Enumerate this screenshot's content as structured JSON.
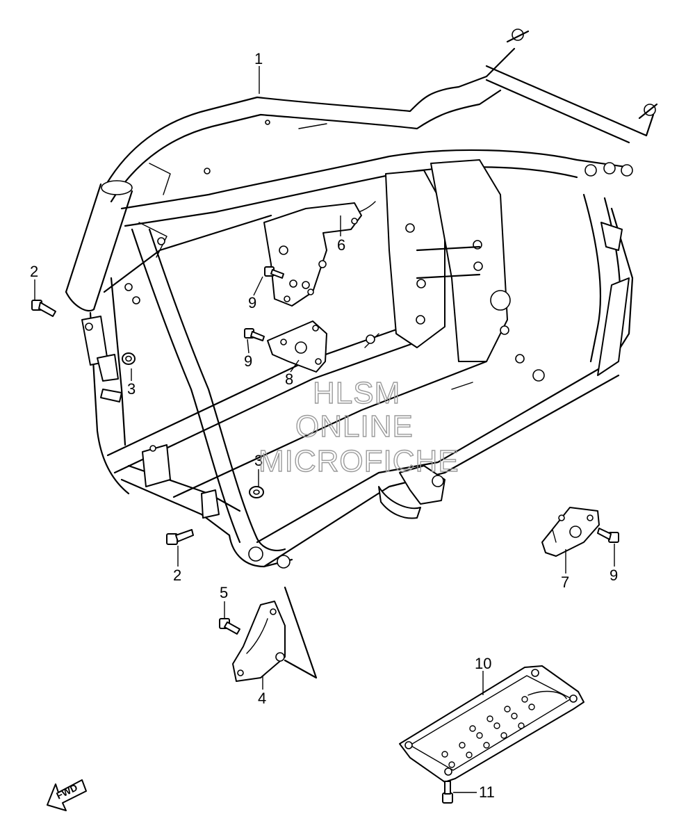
{
  "watermark": {
    "line1": "HLSM",
    "line2": "ONLINE",
    "line3": "MICROFICHE"
  },
  "fwd_arrow": {
    "label": "FWD"
  },
  "callouts": [
    {
      "label": "1",
      "part": "frame"
    },
    {
      "label": "2",
      "part": "bolt-upper-left"
    },
    {
      "label": "3",
      "part": "nut-left"
    },
    {
      "label": "6",
      "part": "bracket-upper"
    },
    {
      "label": "9",
      "part": "bolt-bracket-upper"
    },
    {
      "label": "9",
      "part": "bolt-bracket-middle"
    },
    {
      "label": "8",
      "part": "bracket-middle"
    },
    {
      "label": "3",
      "part": "nut-center"
    },
    {
      "label": "2",
      "part": "bolt-lower"
    },
    {
      "label": "5",
      "part": "bolt-lower-bracket"
    },
    {
      "label": "4",
      "part": "bracket-lower"
    },
    {
      "label": "7",
      "part": "bracket-right"
    },
    {
      "label": "9",
      "part": "bolt-bracket-right"
    },
    {
      "label": "10",
      "part": "skid-plate"
    },
    {
      "label": "11",
      "part": "bolt-skid-plate"
    }
  ]
}
